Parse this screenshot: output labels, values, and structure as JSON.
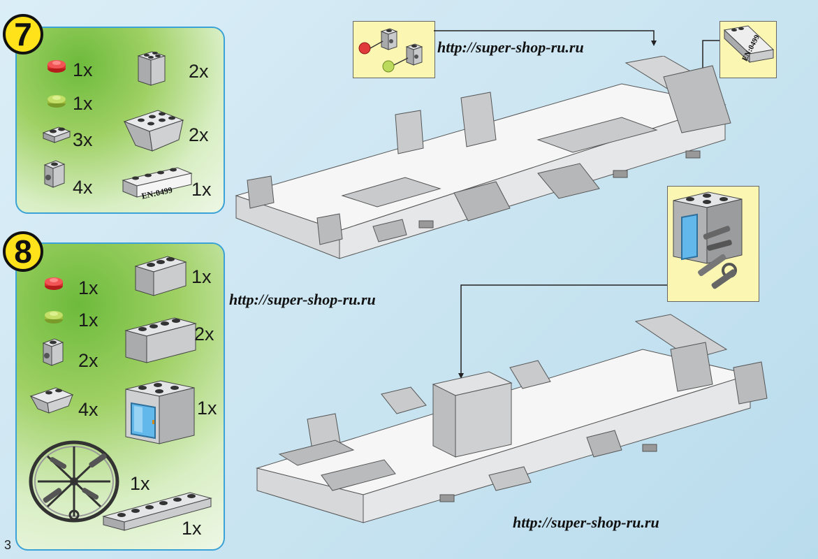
{
  "page_number": "3",
  "steps": [
    {
      "number": "7",
      "parts": [
        {
          "icon": "red-round-plate-icon",
          "qty": "1x"
        },
        {
          "icon": "green-round-plate-icon",
          "qty": "1x"
        },
        {
          "icon": "plate-1x2-icon",
          "qty": "3x"
        },
        {
          "icon": "brick-with-side-stud-icon",
          "qty": "4x"
        },
        {
          "icon": "brick-2x2-icon",
          "qty": "2x"
        },
        {
          "icon": "slope-brick-2x3-icon",
          "qty": "2x"
        },
        {
          "icon": "license-plate-tile-icon",
          "qty": "1x",
          "label": "EN:0499"
        }
      ]
    },
    {
      "number": "8",
      "parts": [
        {
          "icon": "red-round-plate-icon",
          "qty": "1x"
        },
        {
          "icon": "green-round-plate-icon",
          "qty": "1x"
        },
        {
          "icon": "brick-with-side-stud-icon",
          "qty": "2x"
        },
        {
          "icon": "slope-brick-icon",
          "qty": "4x"
        },
        {
          "icon": "brick-1x3-icon",
          "qty": "1x"
        },
        {
          "icon": "brick-1x4-icon",
          "qty": "2x"
        },
        {
          "icon": "cupboard-with-blue-door-icon",
          "qty": "1x"
        },
        {
          "icon": "tool-rack-wheel-icon",
          "qty": "1x"
        },
        {
          "icon": "plate-1x6-icon",
          "qty": "1x"
        }
      ]
    }
  ],
  "callouts": {
    "license_plate_label": "EN:0499"
  },
  "watermarks": [
    "http://super-shop-ru.ru",
    "http://super-shop-ru.ru",
    "http://super-shop-ru.ru"
  ],
  "colors": {
    "badge": "#ffe21a",
    "panel_border": "#3aa2d6",
    "panel_green": "#9fd064",
    "callout": "#fbf7b3",
    "brick_gray": "#b7b9bc",
    "brick_white": "#f4f4f4",
    "door_blue": "#62b8ea"
  }
}
